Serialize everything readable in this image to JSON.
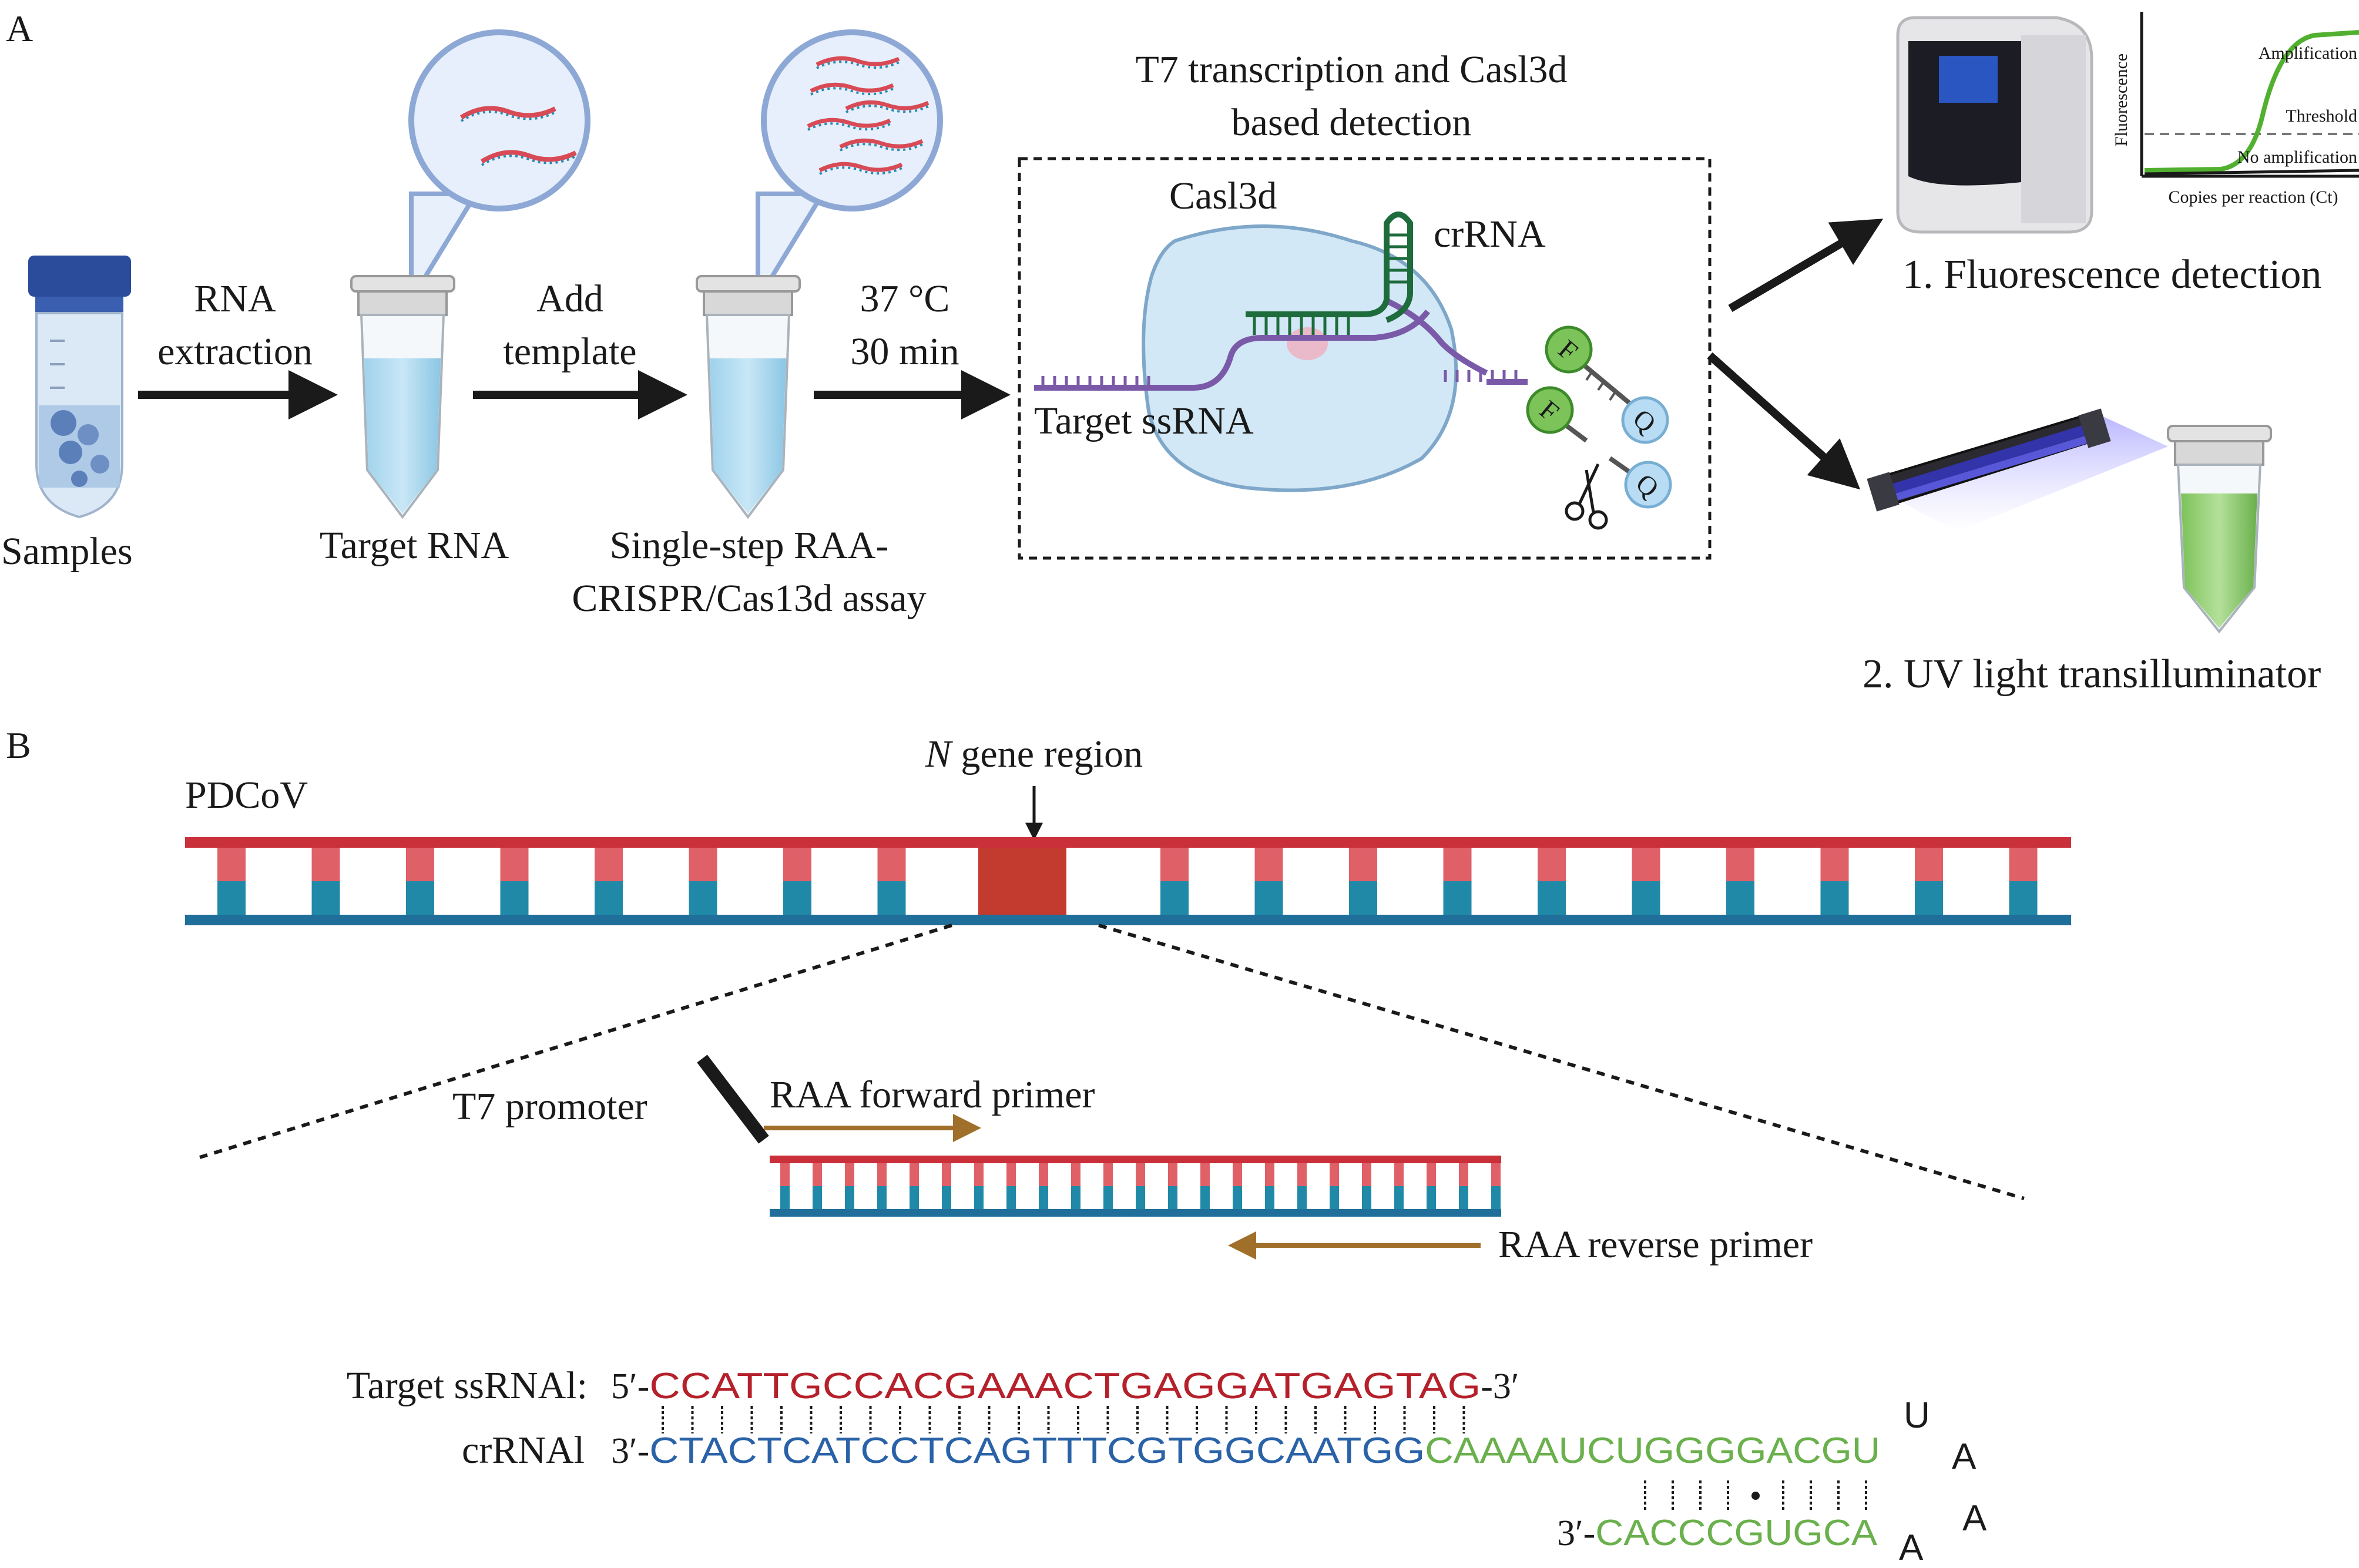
{
  "panel_a": {
    "label": "A",
    "samples": "Samples",
    "rna_extraction": [
      "RNA",
      "extraction"
    ],
    "target_rna": "Target RNA",
    "add_template": [
      "Add",
      "template"
    ],
    "assay": [
      "Single-step RAA-",
      "CRISPR/Cas13d assay"
    ],
    "conditions": [
      "37 °C",
      "30 min"
    ],
    "detection_title": [
      "T7 transcription and Casl3d",
      "based detection"
    ],
    "casl3d": "Casl3d",
    "crrna": "crRNA",
    "target_ssrna": "Target ssRNA",
    "fluor_f": "F",
    "quench_q": "Q",
    "fluorescence_detection": "1. Fluorescence detection",
    "uv_transilluminator": "2. UV light transilluminator",
    "plot": {
      "ylabel": "Fluorescence",
      "xlabel": "Copies per reaction (Ct)",
      "amplification": "Amplification",
      "threshold": "Threshold",
      "no_amplification": "No amplification"
    }
  },
  "panel_b": {
    "label": "B",
    "pdcov": "PDCoV",
    "n_gene_italic": "N",
    "n_gene_rest": " gene region",
    "t7_promoter": "T7 promoter",
    "forward_primer": "RAA forward primer",
    "reverse_primer": "RAA reverse primer",
    "target_label": "Target ssRNAl:",
    "crrna_label": "crRNAl",
    "target_prefix": "5′-",
    "target_seq": "CCATTGCCACGAAACTGAGGATGAGTAG",
    "target_suffix": "-3′",
    "crrna_prefix": "3′-",
    "crrna_seq_blue": "CTACTCATCCTCAGTTTCGTGGCAATGG",
    "crrna_seq_green": "CAAAAUCUGGGGACGU",
    "loop_u": "U",
    "loop_a1": "A",
    "loop_a2": "A",
    "loop_a3": "A",
    "hairpin_prefix": "3′-",
    "hairpin_seq": "CACCCGUGCA"
  },
  "colors": {
    "red": "#c9303a",
    "red_light": "#e06068",
    "blue": "#1f6f9a",
    "teal": "#2189a8",
    "green": "#6ab04c",
    "brown": "#a0702a",
    "dark_red_seq": "#b5202a",
    "blue_seq": "#2a62a8",
    "green_seq": "#6ab04c"
  }
}
